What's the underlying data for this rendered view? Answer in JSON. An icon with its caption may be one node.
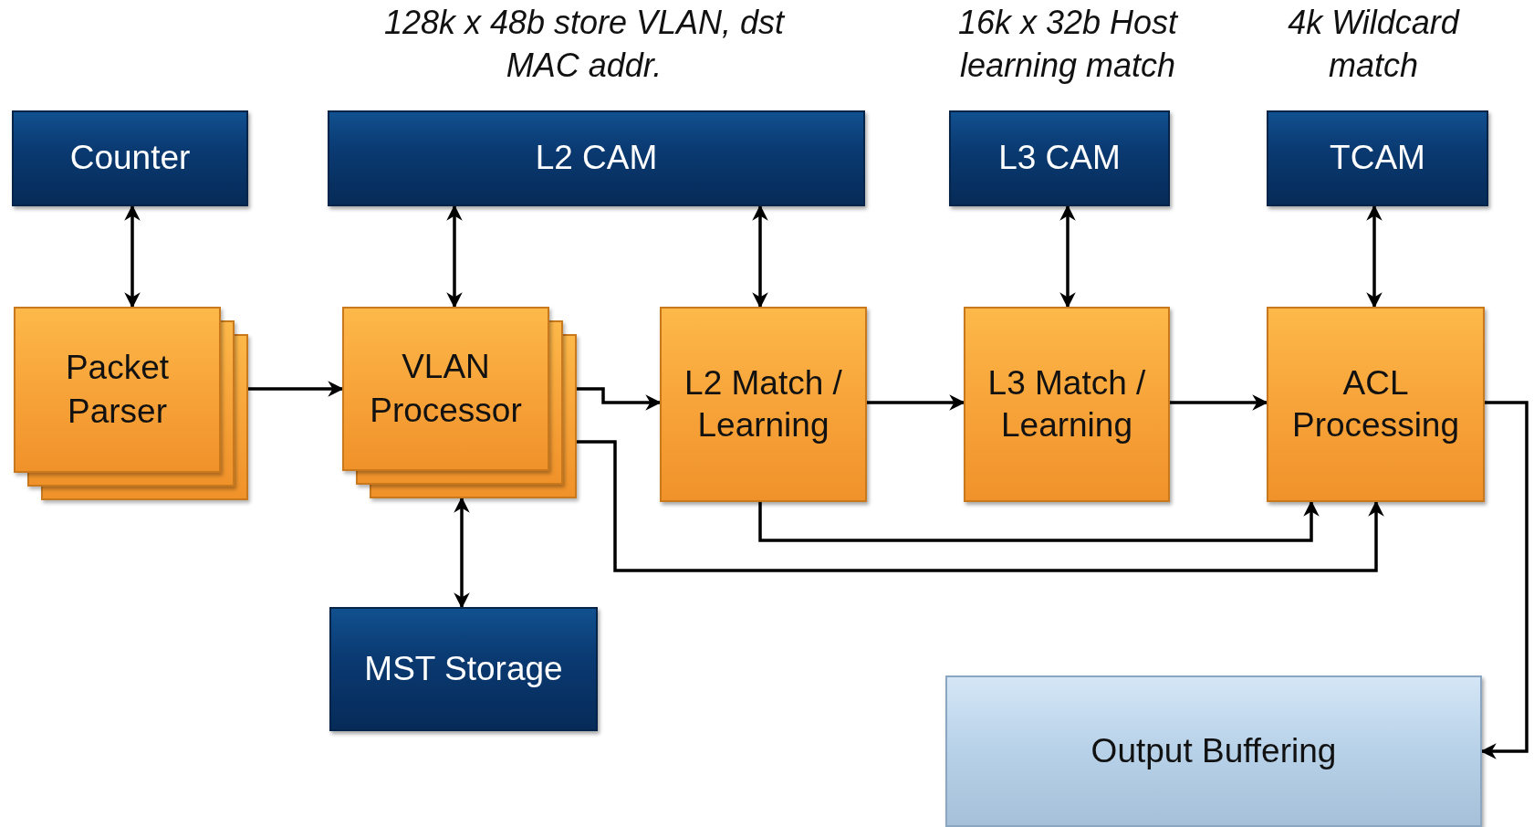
{
  "diagram": {
    "nodes": [
      {
        "text": [
          "Counter"
        ]
      },
      {
        "text": [
          "L2 CAM"
        ],
        "beside": [
          "128k x 48b store VLAN, dst MAC addr."
        ]
      },
      {
        "text": [
          "L3 CAM"
        ],
        "beside": [
          "16k x 32b Host learning match"
        ]
      },
      {
        "text": [
          "TCAM"
        ],
        "beside": [
          "4k Wildcard match"
        ]
      },
      {
        "text": [
          "Packet Parser"
        ]
      },
      {
        "text": [
          "VLAN Processor"
        ]
      },
      {
        "text": [
          "L2 Match / Learning"
        ]
      },
      {
        "text": [
          "L3 Match / Learning"
        ]
      },
      {
        "text": [
          "ACL Processing"
        ]
      },
      {
        "text": [
          "MST Storage"
        ]
      },
      {
        "text": [
          "Output Buffering"
        ]
      }
    ],
    "edges": [
      {
        "from": 0,
        "to": 4,
        "arrow": "both"
      },
      {
        "from": 1,
        "to": 5,
        "arrow": "both"
      },
      {
        "from": 1,
        "to": 6,
        "arrow": "both"
      },
      {
        "from": 2,
        "to": 7,
        "arrow": "both"
      },
      {
        "from": 3,
        "to": 8,
        "arrow": "both"
      },
      {
        "from": 5,
        "to": 9,
        "arrow": "both"
      },
      {
        "from": 4,
        "to": 5,
        "arrow": "to"
      },
      {
        "from": 5,
        "to": 6,
        "arrow": "to"
      },
      {
        "from": 6,
        "to": 7,
        "arrow": "to"
      },
      {
        "from": 7,
        "to": 8,
        "arrow": "to"
      },
      {
        "from": 8,
        "to": 10,
        "arrow": "to"
      },
      {
        "from": 6,
        "to": 8,
        "arrow": "to"
      },
      {
        "from": 5,
        "to": 8,
        "arrow": "to"
      }
    ]
  }
}
